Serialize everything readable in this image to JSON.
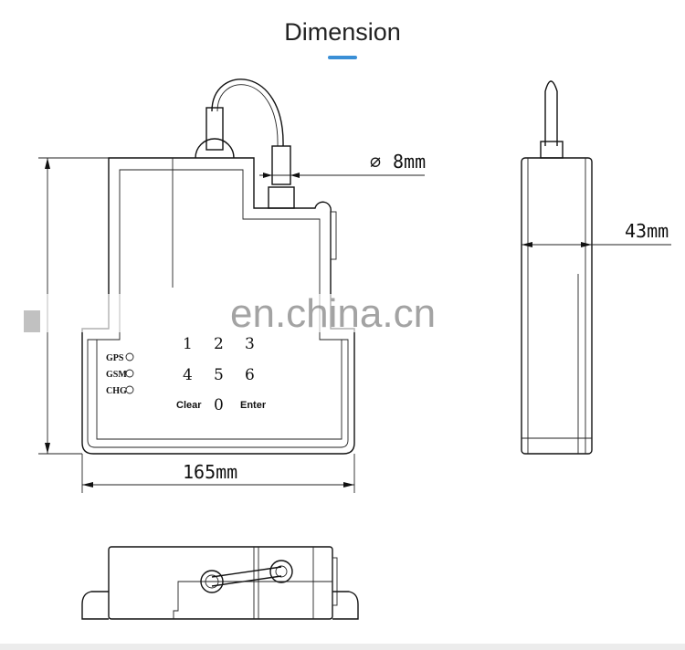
{
  "header": {
    "title": "Dimension",
    "accent_color": "#3a8fd6"
  },
  "dimensions": {
    "cable_diameter": "8mm",
    "diameter_symbol": "∅",
    "depth": "43mm",
    "width": "165mm"
  },
  "keypad": {
    "keys": [
      "1",
      "2",
      "3",
      "4",
      "5",
      "6"
    ],
    "clear": "Clear",
    "zero": "0",
    "enter": "Enter"
  },
  "leds": [
    "GPS",
    "GSM",
    "CHG"
  ],
  "watermark": "en.china.cn"
}
